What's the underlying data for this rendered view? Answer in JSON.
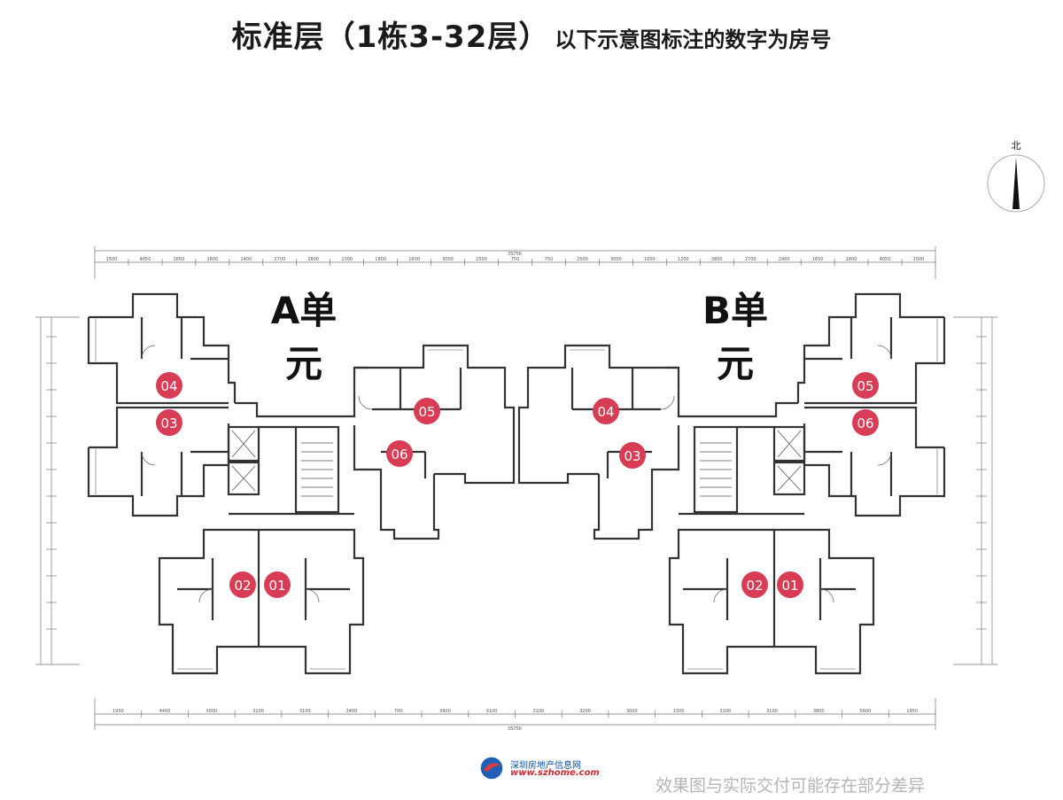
{
  "title": {
    "main": "标准层（1栋3-32层）",
    "sub": "以下示意图标注的数字为房号"
  },
  "compass": {
    "label": "北"
  },
  "units": [
    {
      "id": "A",
      "label_line1": "A单",
      "label_line2": "元"
    },
    {
      "id": "B",
      "label_line1": "B单",
      "label_line2": "元"
    }
  ],
  "rooms": {
    "A": [
      "04",
      "03",
      "05",
      "06",
      "02",
      "01"
    ],
    "B": [
      "04",
      "03",
      "05",
      "06",
      "02",
      "01"
    ]
  },
  "badge_color": "#d93d56",
  "dimensions": {
    "top_total": "35756",
    "top_segments": [
      "1500",
      "4050",
      "1650",
      "1800",
      "2400",
      "2700",
      "2800",
      "1300",
      "1800",
      "1600",
      "3000",
      "2500",
      "750",
      "750",
      "2500",
      "3000",
      "1600",
      "1200",
      "3800",
      "2700",
      "2400",
      "1650",
      "1800",
      "4050",
      "1500"
    ],
    "bottom_total": "35756",
    "bottom_segments": [
      "1950",
      "4400",
      "3000",
      "3100",
      "3100",
      "3400",
      "700",
      "3900",
      "3100",
      "3100",
      "3200",
      "3000",
      "3300",
      "3100",
      "3100",
      "3800",
      "5600",
      "1950"
    ]
  },
  "watermark": {
    "name": "深圳房地产信息网",
    "site": "www.szhome.com"
  },
  "disclaimer": "效果图与实际交付可能存在部分差异"
}
